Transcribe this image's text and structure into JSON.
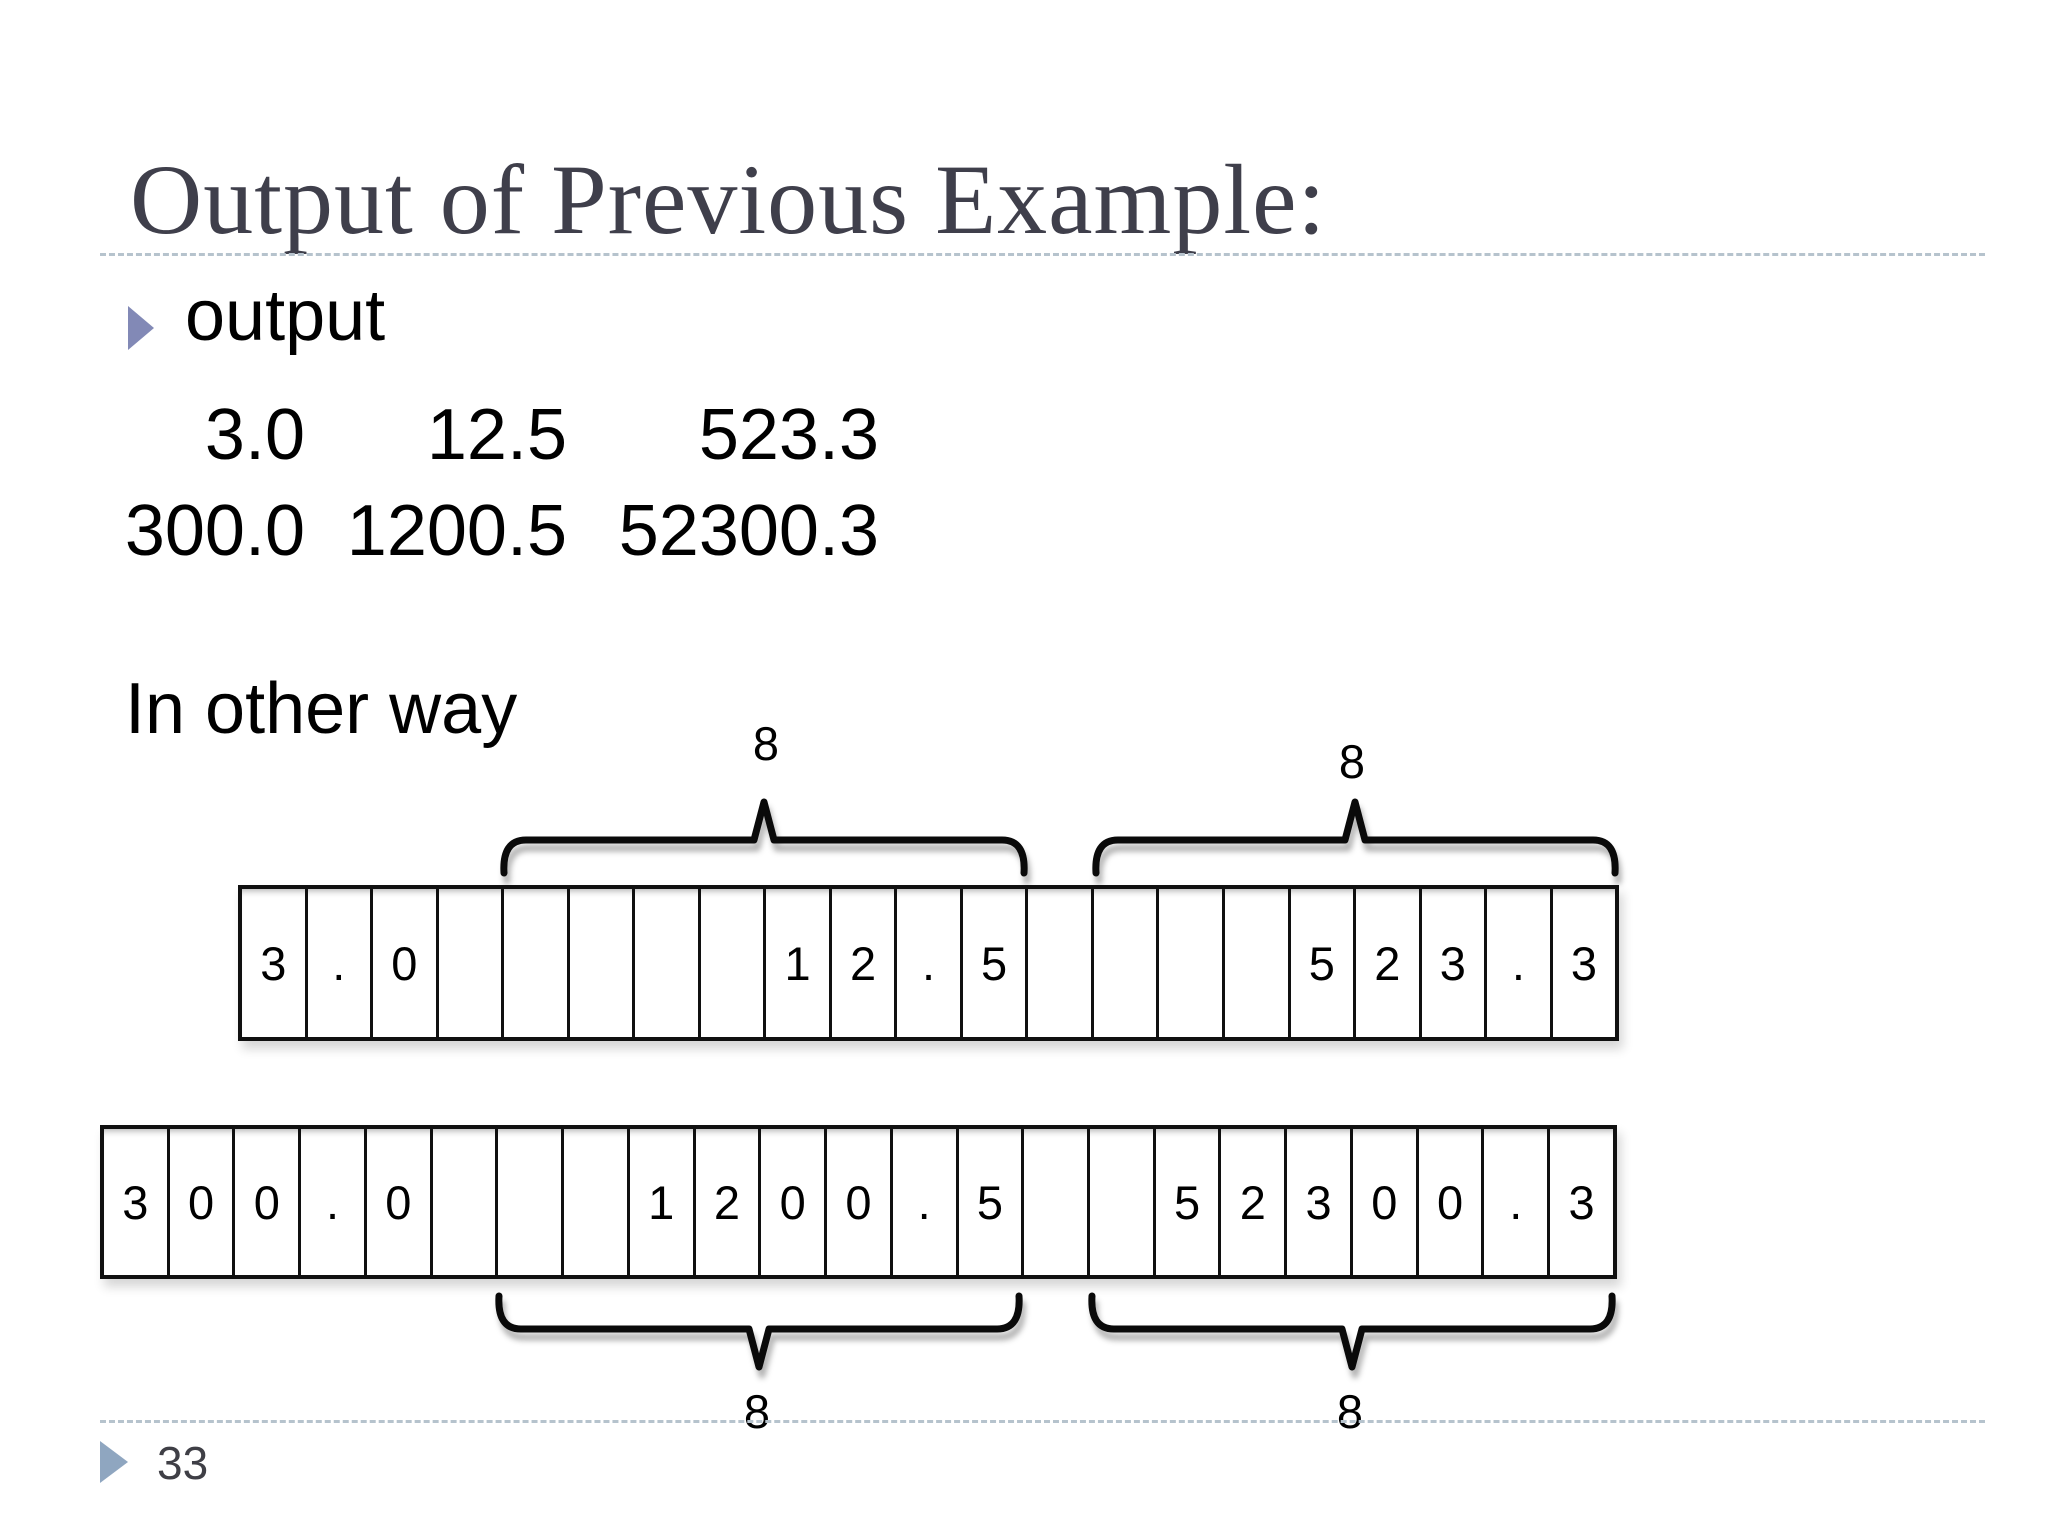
{
  "slide": {
    "title": "Output of Previous Example:",
    "bullet_item": "output",
    "output_lines": [
      {
        "cols": [
          "3.0",
          "12.5",
          "523.3"
        ]
      },
      {
        "cols": [
          "300.0",
          "1200.5",
          "52300.3"
        ]
      }
    ],
    "in_other_way": "In other way",
    "page_number": "33"
  },
  "diagram": {
    "field_width_label": "8",
    "row1_cells": [
      "3",
      ".",
      "0",
      "",
      "",
      "",
      "",
      "",
      "1",
      "2",
      ".",
      "5",
      "",
      "",
      "",
      "",
      "5",
      "2",
      "3",
      ".",
      "3"
    ],
    "row2_cells": [
      "3",
      "0",
      "0",
      ".",
      "0",
      "",
      "",
      "",
      "1",
      "2",
      "0",
      "0",
      ".",
      "5",
      "",
      "",
      "5",
      "2",
      "3",
      "0",
      "0",
      ".",
      "3"
    ]
  },
  "colors": {
    "title": "#3f3f4b",
    "bullet_arrow": "#8289b6",
    "footer_arrow": "#8fa6c0",
    "dashed_line": "#b6c3cd",
    "page_number": "#3f3f46"
  }
}
